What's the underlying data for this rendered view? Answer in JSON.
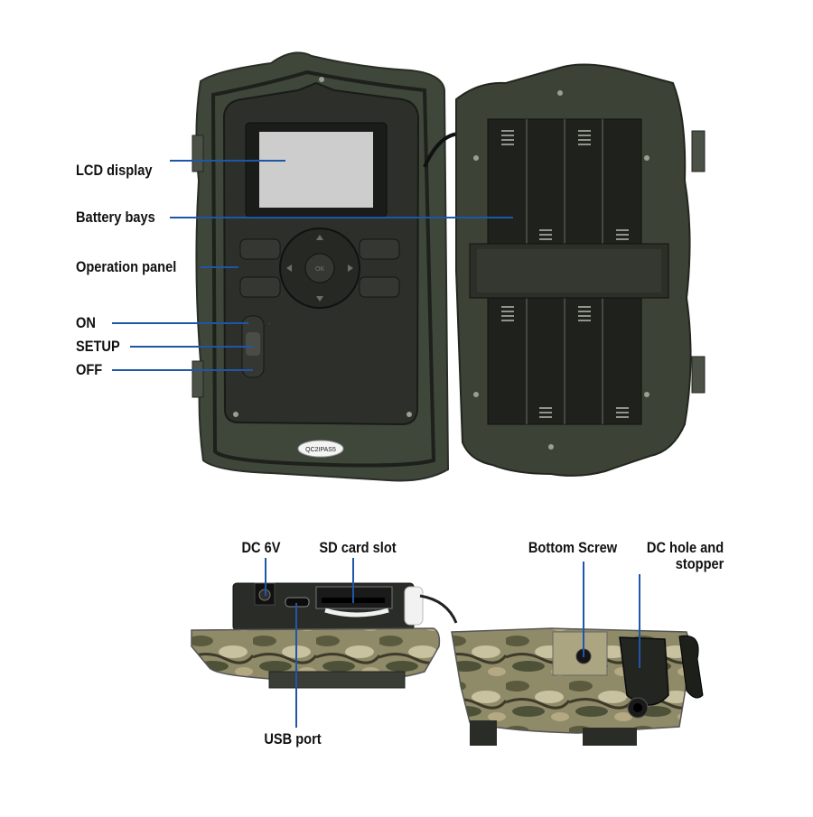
{
  "labels": {
    "lcd_display": "LCD display",
    "battery_bays": "Battery bays",
    "operation_panel": "Operation panel",
    "on": "ON",
    "setup": "SETUP",
    "off": "OFF",
    "dc_6v": "DC 6V",
    "sd_card_slot": "SD card slot",
    "bottom_screw": "Bottom Screw",
    "dc_hole_line1": "DC hole and",
    "dc_hole_line2": "stopper",
    "usb_port": "USB port"
  },
  "device_text": {
    "model_tag": "QC2IPAS5",
    "ok_button": "OK"
  },
  "colors": {
    "leader_line": "#1f57a6",
    "housing": "#3f463a",
    "panel": "#2c2f2a",
    "lcd_screen": "#cdcdcd",
    "camo_base": "#8f8a68"
  }
}
